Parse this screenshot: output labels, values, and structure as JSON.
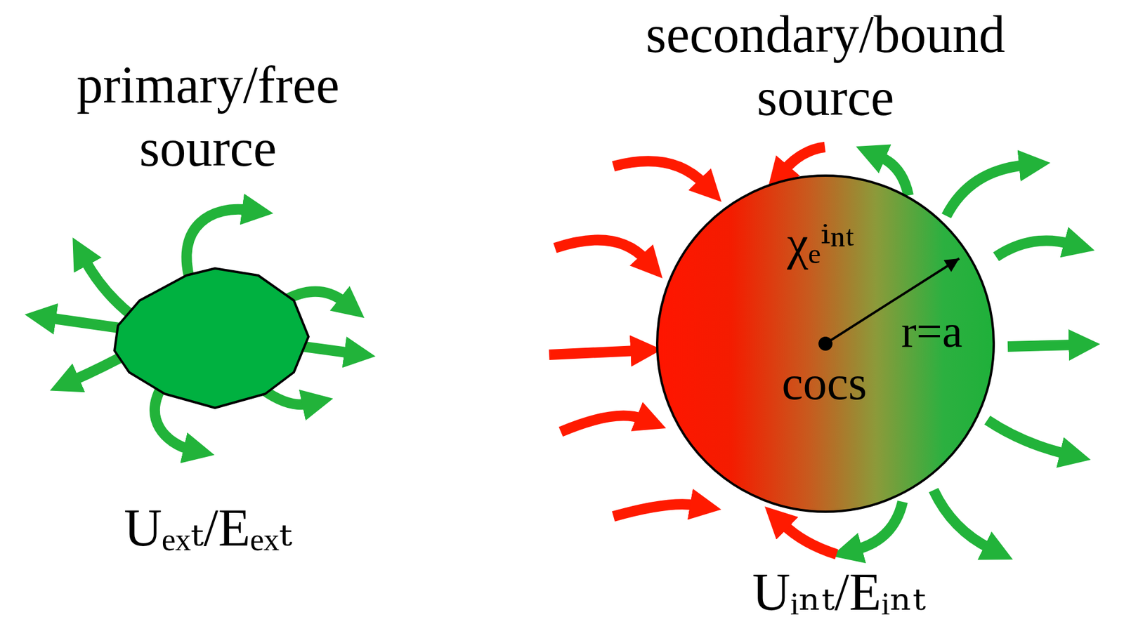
{
  "diagram": {
    "nodes": [
      {
        "text": [
          "primary/free source",
          "Uₑₓₜ/Eₑₓₜ"
        ]
      },
      {
        "text": [
          "secondary/bound source",
          "χₑⁱⁿᵗ",
          "r=a",
          "cocs",
          "Uᵢₙₜ/Eᵢₙₜ"
        ]
      }
    ]
  }
}
